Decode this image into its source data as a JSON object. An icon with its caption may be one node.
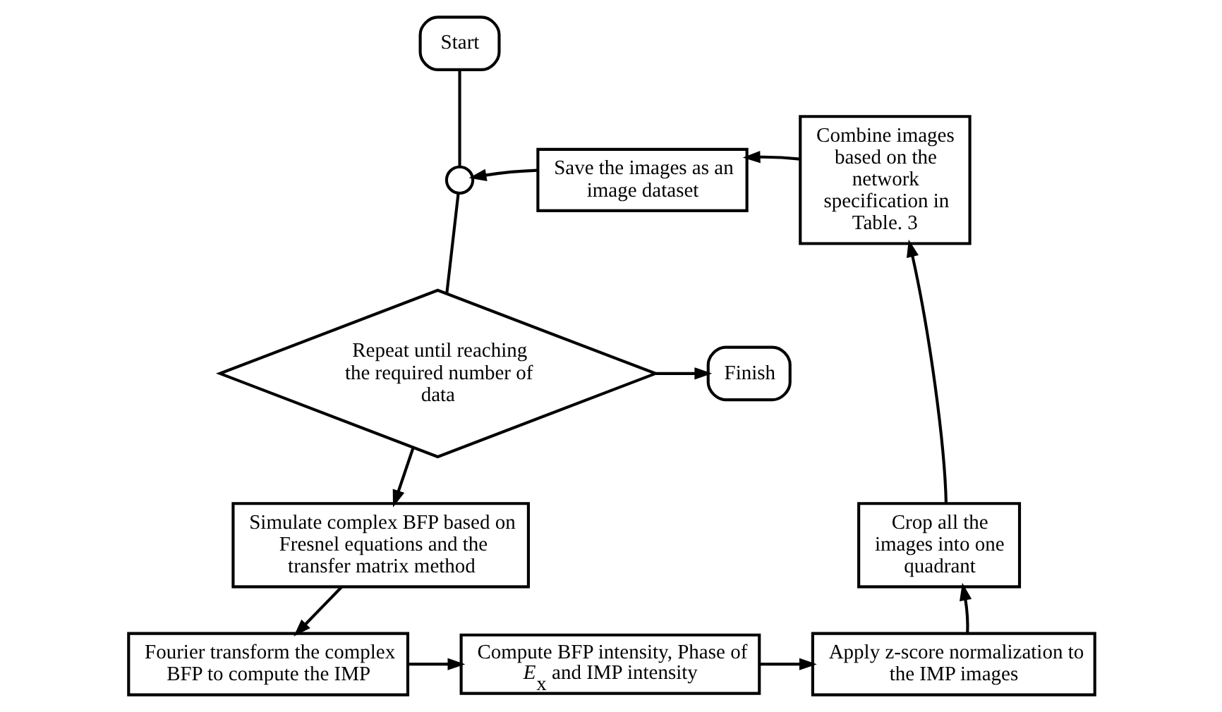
{
  "diagram": {
    "nodes": [
      {
        "text": [
          "Start"
        ]
      },
      {
        "text": [],
        "shape": "circle"
      },
      {
        "text": [
          "Repeat until reaching the required number of data"
        ]
      },
      {
        "text": [
          "Finish"
        ]
      },
      {
        "text": [
          "Simulate complex BFP based on Fresnel equations and the transfer matrix method"
        ]
      },
      {
        "text": [
          "Fourier transform the complex BFP to compute the IMP"
        ]
      },
      {
        "text": [
          "Compute BFP intensity, Phase of *E*$_{x}$ and IMP intensity"
        ]
      },
      {
        "text": [
          "Apply z-score normalization to the IMP images"
        ]
      },
      {
        "text": [
          "Crop all the images into one quadrant"
        ]
      },
      {
        "text": [
          "Combine images based on the network specification in Table. 3"
        ]
      },
      {
        "text": [
          "Save the images as an image dataset"
        ]
      }
    ],
    "edges": [
      {
        "from": 0,
        "to": 1,
        "arrow": "none"
      },
      {
        "from": 1,
        "to": 2,
        "arrow": "none"
      },
      {
        "from": 10,
        "to": 1,
        "arrow": "to"
      },
      {
        "from": 2,
        "to": 3,
        "arrow": "to"
      },
      {
        "from": 2,
        "to": 4,
        "arrow": "to"
      },
      {
        "from": 4,
        "to": 5,
        "arrow": "to"
      },
      {
        "from": 5,
        "to": 6,
        "arrow": "to"
      },
      {
        "from": 6,
        "to": 7,
        "arrow": "to"
      },
      {
        "from": 7,
        "to": 8,
        "arrow": "to"
      },
      {
        "from": 8,
        "to": 9,
        "arrow": "to"
      },
      {
        "from": 9,
        "to": 10,
        "arrow": "to"
      }
    ]
  }
}
